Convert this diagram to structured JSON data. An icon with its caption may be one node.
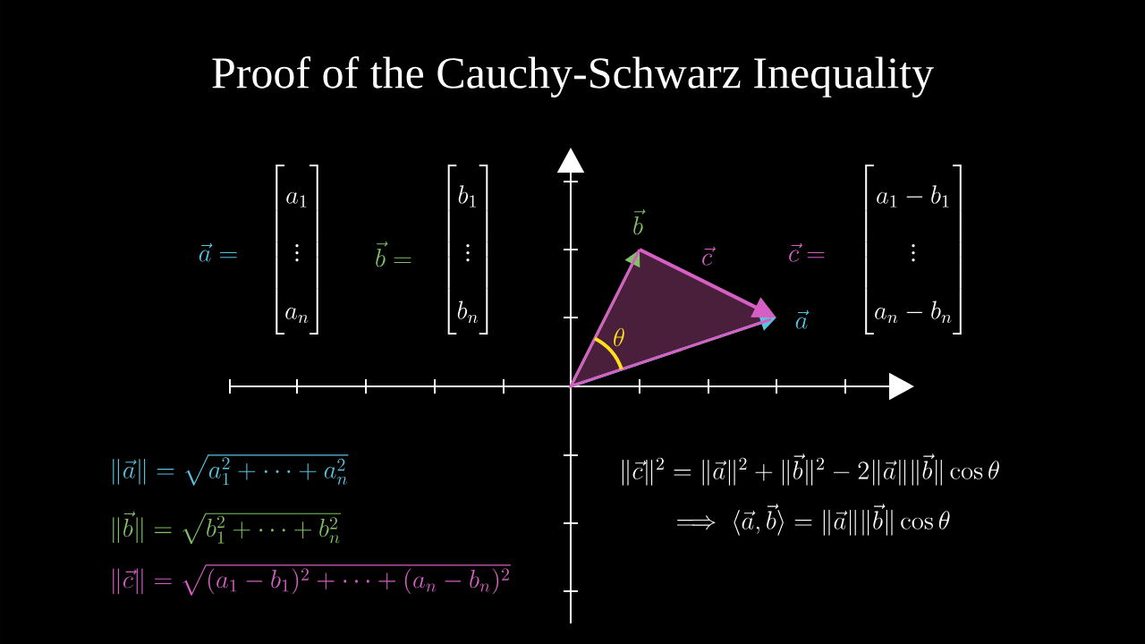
{
  "diagram": {
    "title": "Proof of the Cauchy-Schwarz Inequality",
    "labels": [
      "\\vec{a} =",
      "\\begin{bmatrix} a_1 \\\\ \\vdots \\\\ a_n \\end{bmatrix}",
      "\\vec{b} =",
      "\\begin{bmatrix} b_1 \\\\ \\vdots \\\\ b_n \\end{bmatrix}",
      "\\vec{b}",
      "\\vec{c}",
      "\\vec{c} =",
      "\\begin{bmatrix} a_1 - b_1 \\\\ \\vdots \\\\ a_n - b_n \\end{bmatrix}",
      "\\vec{a}",
      "\\theta",
      "\\|\\vec{a}\\| = \\sqrt{a_1^2 + \\cdots + a_n^2}",
      "\\|\\vec{c}\\|^2 = \\|\\vec{a}\\|^2 + \\|\\vec{b}\\|^2 - 2\\|\\vec{a}\\|\\|\\vec{b}\\| \\cos\\theta",
      "\\|\\vec{b}\\| = \\sqrt{b_1^2 + \\cdots + b_n^2}",
      "\\implies \\langle \\vec{a}, \\vec{b} \\rangle = \\|\\vec{a}\\|\\|\\vec{b}\\| \\cos\\theta",
      "\\|\\vec{c}\\| = \\sqrt{(a_1 - b_1)^2 + \\cdots + (a_n - b_n)^2}"
    ]
  }
}
